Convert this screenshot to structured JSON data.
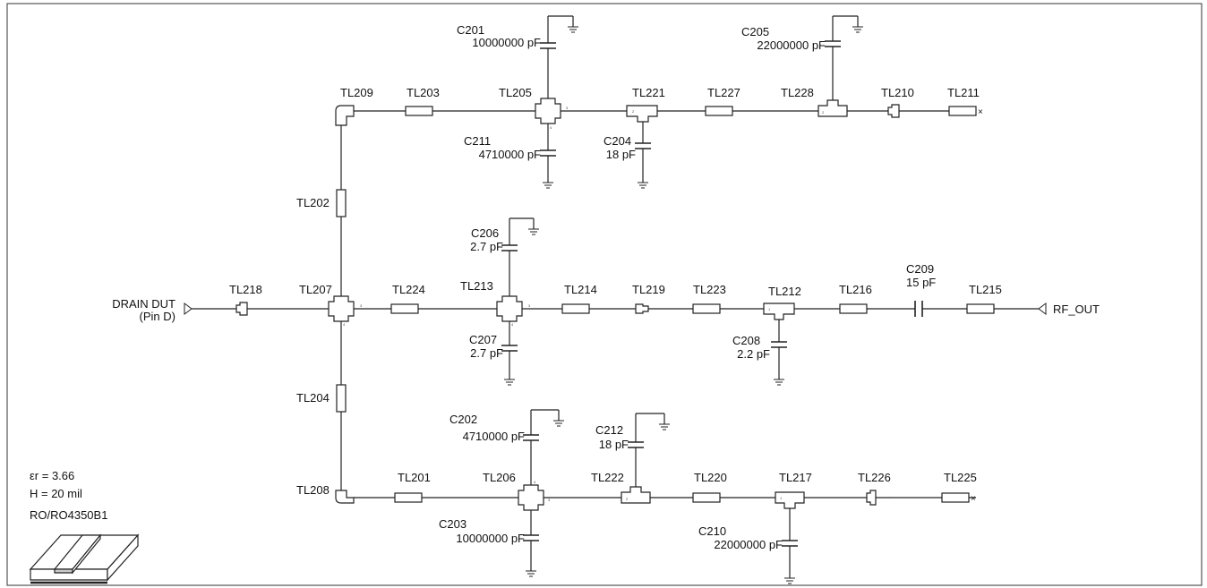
{
  "substrate": {
    "er_label": "εr = 3.66",
    "h_label": "H = 20 mil",
    "material": "RO/RO4350B1"
  },
  "ports": {
    "input_label": "DRAIN DUT",
    "input_sub": "(Pin D)",
    "output_label": "RF_OUT"
  },
  "tlines": {
    "TL201": "TL201",
    "TL202": "TL202",
    "TL203": "TL203",
    "TL204": "TL204",
    "TL205": "TL205",
    "TL206": "TL206",
    "TL207": "TL207",
    "TL208": "TL208",
    "TL209": "TL209",
    "TL210": "TL210",
    "TL211": "TL211",
    "TL212": "TL212",
    "TL213": "TL213",
    "TL214": "TL214",
    "TL215": "TL215",
    "TL216": "TL216",
    "TL217": "TL217",
    "TL218": "TL218",
    "TL219": "TL219",
    "TL220": "TL220",
    "TL221": "TL221",
    "TL222": "TL222",
    "TL223": "TL223",
    "TL224": "TL224",
    "TL225": "TL225",
    "TL226": "TL226",
    "TL227": "TL227",
    "TL228": "TL228"
  },
  "capacitors": {
    "C201": {
      "name": "C201",
      "value": "10000000 pF"
    },
    "C202": {
      "name": "C202",
      "value": "4710000 pF"
    },
    "C203": {
      "name": "C203",
      "value": "10000000 pF"
    },
    "C204": {
      "name": "C204",
      "value": "18 pF"
    },
    "C205": {
      "name": "C205",
      "value": "22000000 pF"
    },
    "C206": {
      "name": "C206",
      "value": "2.7 pF"
    },
    "C207": {
      "name": "C207",
      "value": "2.7 pF"
    },
    "C208": {
      "name": "C208",
      "value": "2.2 pF"
    },
    "C209": {
      "name": "C209",
      "value": "15 pF"
    },
    "C210": {
      "name": "C210",
      "value": "22000000 pF"
    },
    "C211": {
      "name": "C211",
      "value": "4710000 pF"
    },
    "C212": {
      "name": "C212",
      "value": "18 pF"
    }
  }
}
